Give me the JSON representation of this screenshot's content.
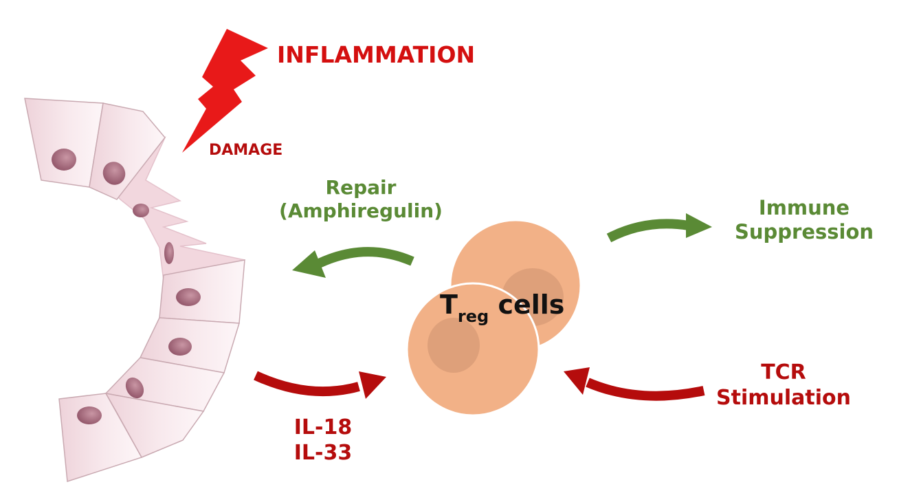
{
  "labels": {
    "inflammation": "INFLAMMATION",
    "damage": "DAMAGE",
    "repair": "Repair",
    "amphiregulin": "(Amphiregulin)",
    "immune": "Immune",
    "suppression": "Suppression",
    "treg_main": "T",
    "treg_sub": "reg",
    "treg_cells": "cells",
    "il18": "IL-18",
    "il33": "IL-33",
    "tcr": "TCR",
    "stimulation": "Stimulation"
  },
  "colors": {
    "inflammation": "#d40f0f",
    "signal_arrow": "#b50c0c",
    "repair_arrow": "#5a8a35",
    "treg_cell": "#f2b187",
    "treg_nucleus": "#dea07a",
    "epithelium": "#f3dde3",
    "nucleus": "#a46878"
  },
  "icons": {
    "damage": "lightning-bolt-icon"
  }
}
